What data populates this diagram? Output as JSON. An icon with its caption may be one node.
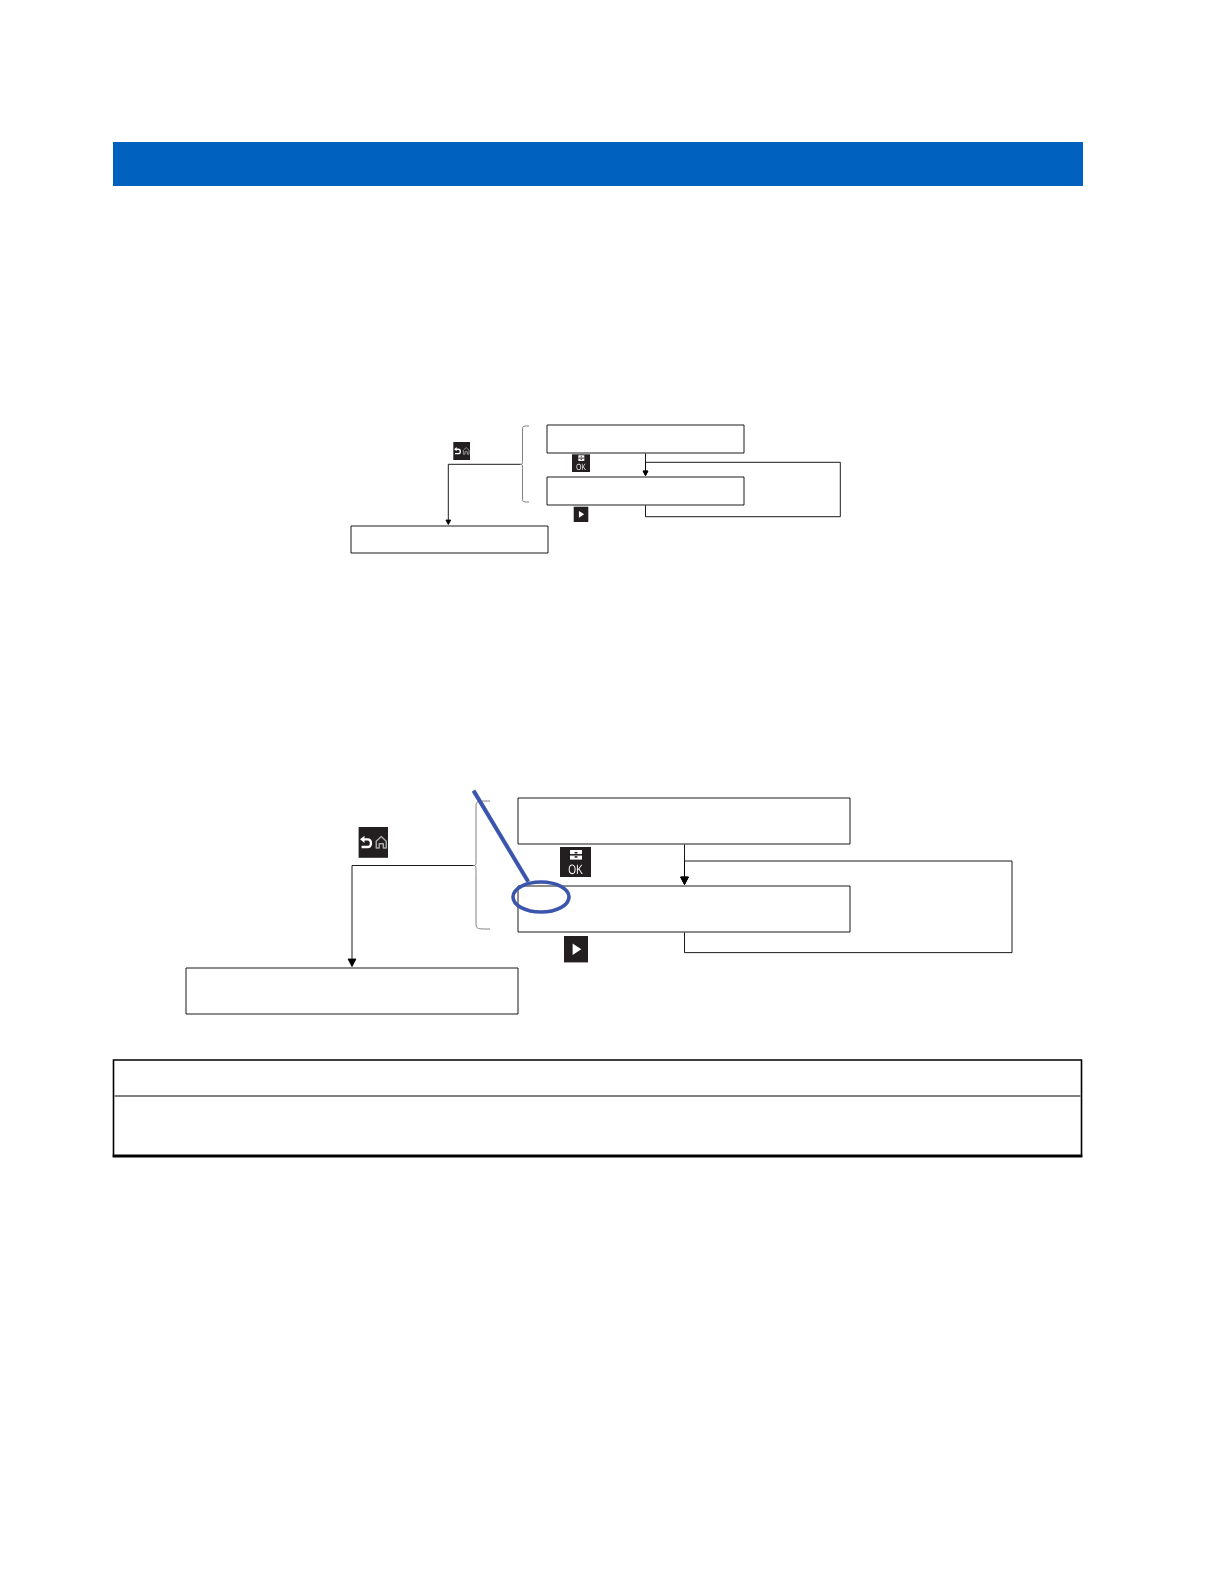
{
  "diagram": {
    "nodes": [
      {
        "text": [],
        "shape": "bar"
      },
      {
        "text": [],
        "shape": "box"
      },
      {
        "text": [
          "OK"
        ]
      },
      {
        "text": [],
        "shape": "box"
      },
      {
        "text": [],
        "shape": "box"
      },
      {
        "text": [],
        "shape": "box"
      },
      {
        "text": [
          "OK"
        ]
      },
      {
        "text": [],
        "shape": "box"
      },
      {
        "text": [],
        "shape": "ellipse"
      },
      {
        "text": [],
        "shape": "box"
      }
    ],
    "edges": [
      {
        "from": 1,
        "to": 3,
        "arrow": "to"
      },
      {
        "from": 3,
        "to": 3,
        "arrow": "to"
      },
      {
        "from": null,
        "to": 4,
        "arrow": "to"
      },
      {
        "from": 5,
        "to": 7,
        "arrow": "to"
      },
      {
        "from": 7,
        "to": 7,
        "arrow": "to"
      },
      {
        "from": null,
        "to": 9,
        "arrow": "to"
      },
      {
        "from": null,
        "to": 8,
        "arrow": "none",
        "style": "thick",
        "color": "#3b55ad"
      }
    ]
  }
}
